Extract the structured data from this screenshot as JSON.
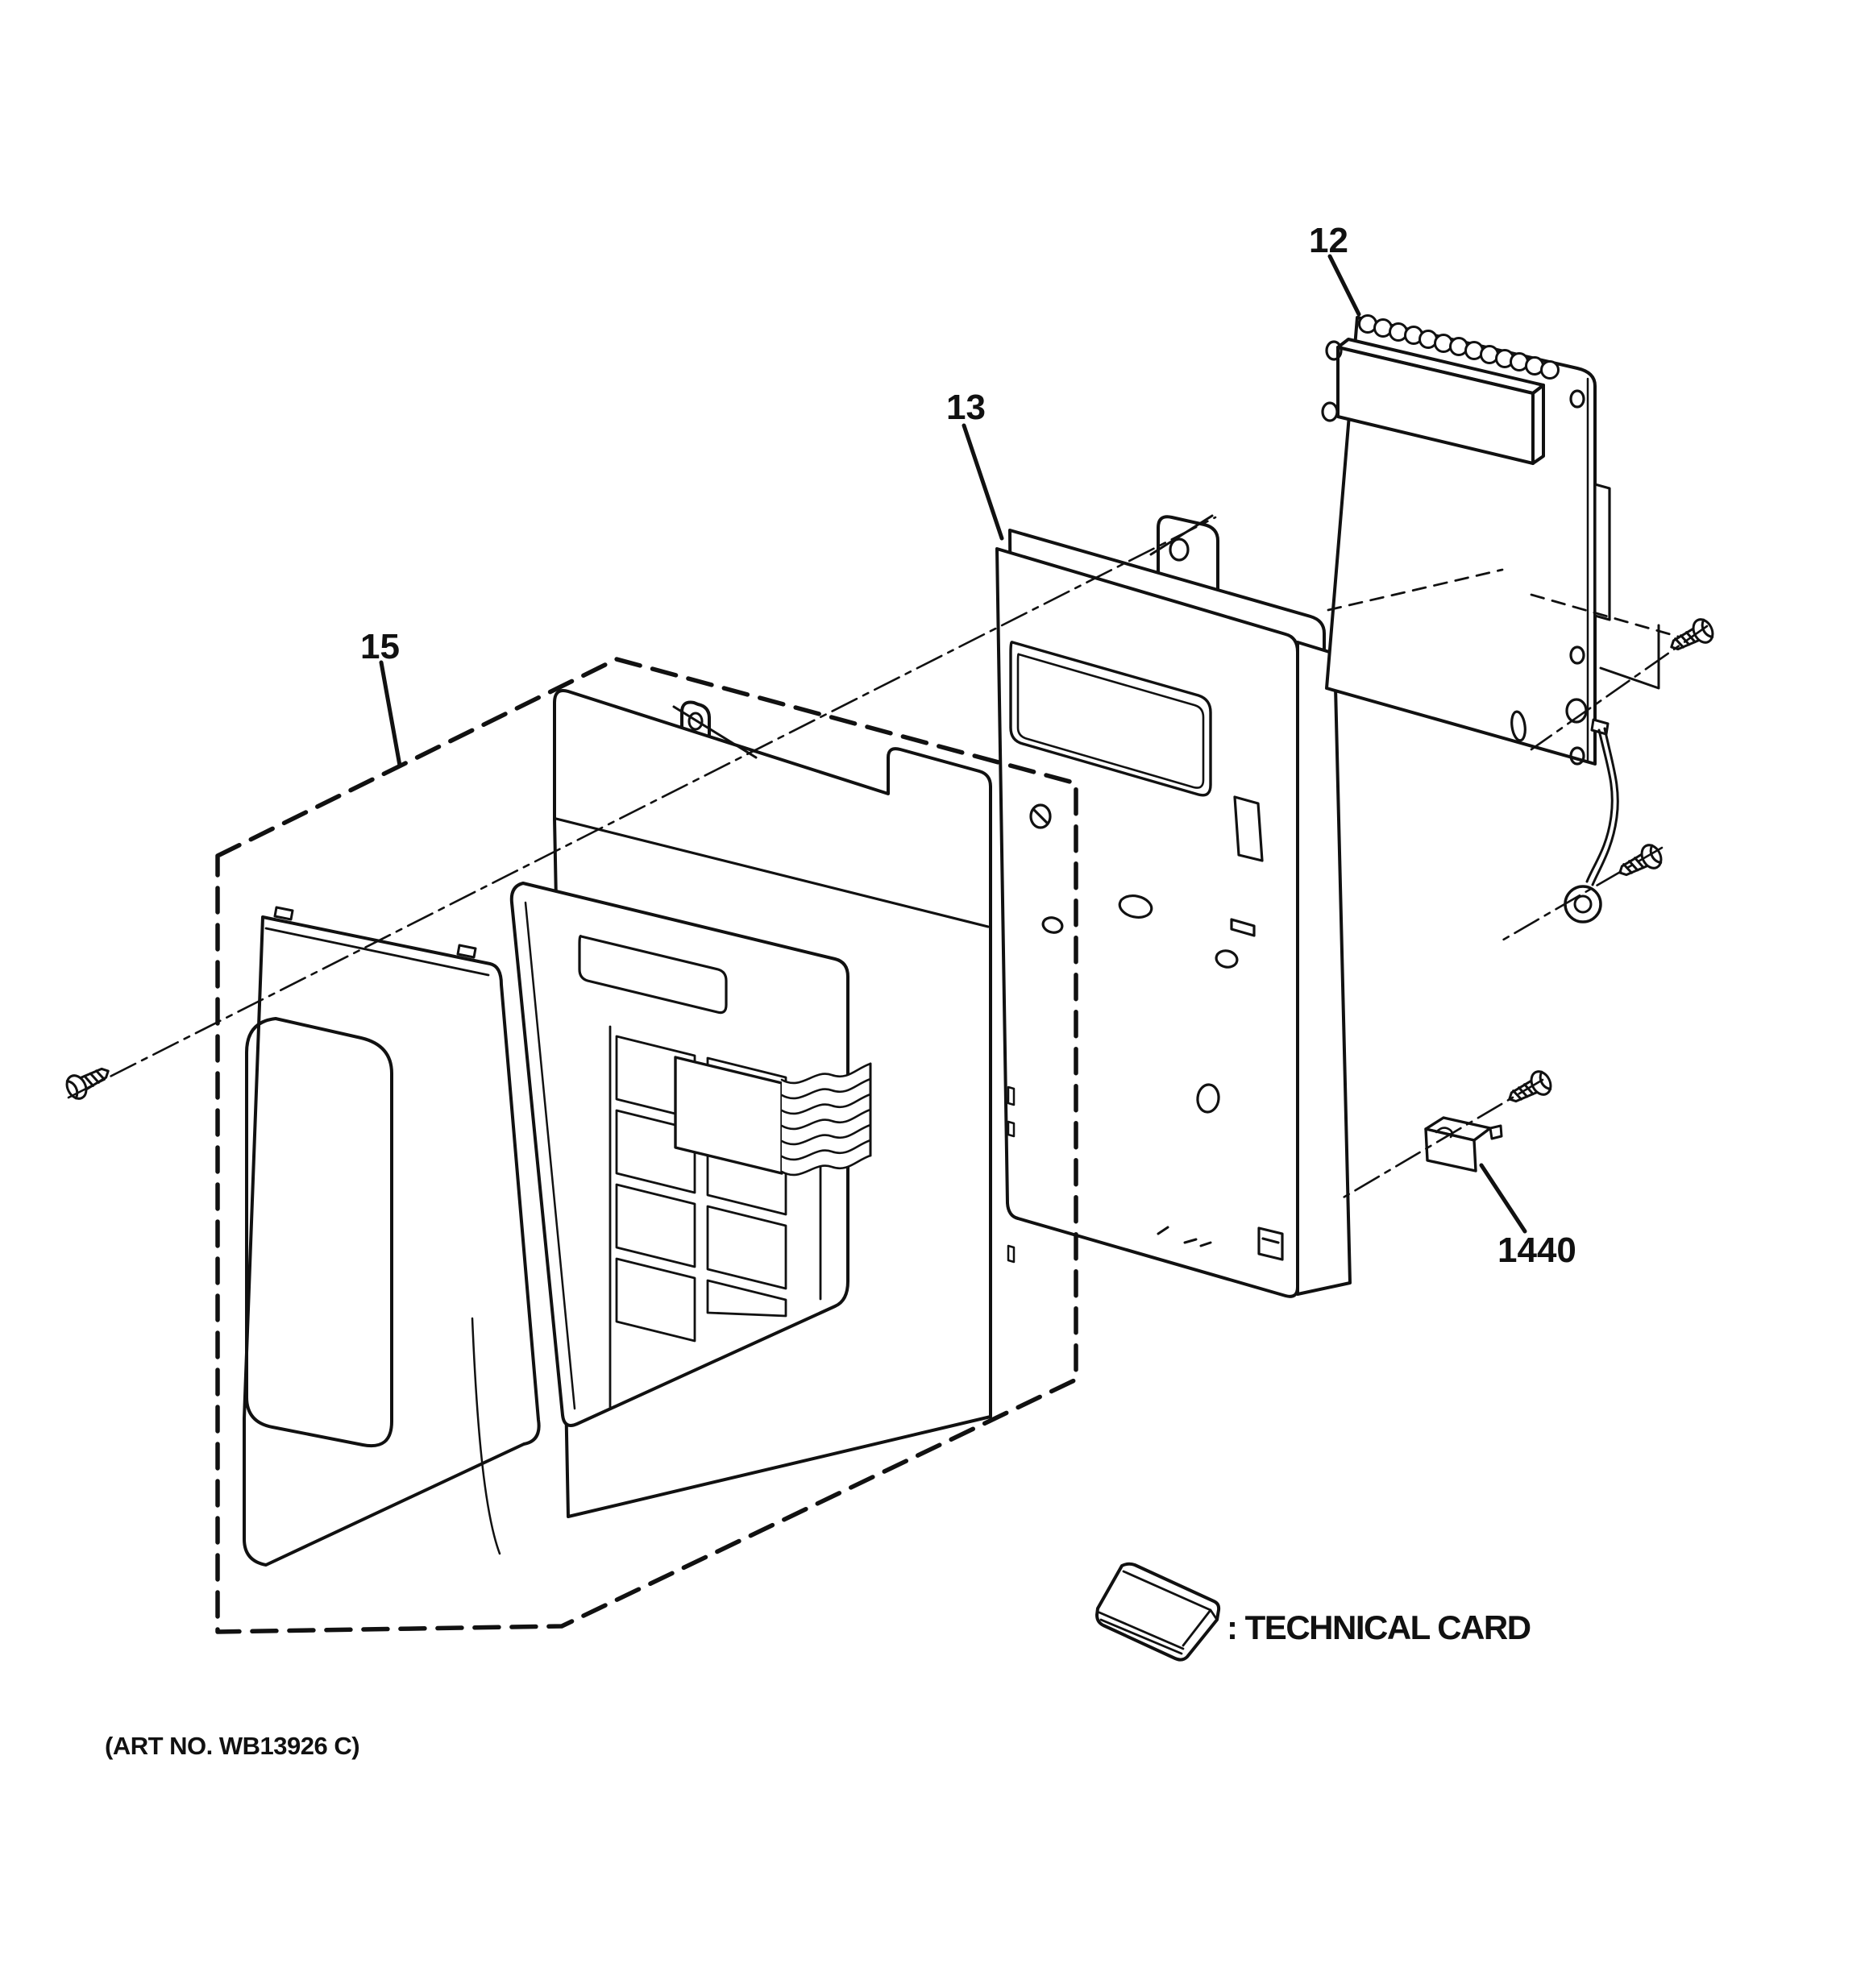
{
  "diagram": {
    "part_labels": {
      "12": "12",
      "13": "13",
      "15": "15",
      "1440": "1440"
    },
    "legend_text": ": TECHNICAL CARD",
    "art_number": "(ART NO. WB13926 C)",
    "colors": {
      "ink": "#111111",
      "paper": "#ffffff"
    }
  }
}
